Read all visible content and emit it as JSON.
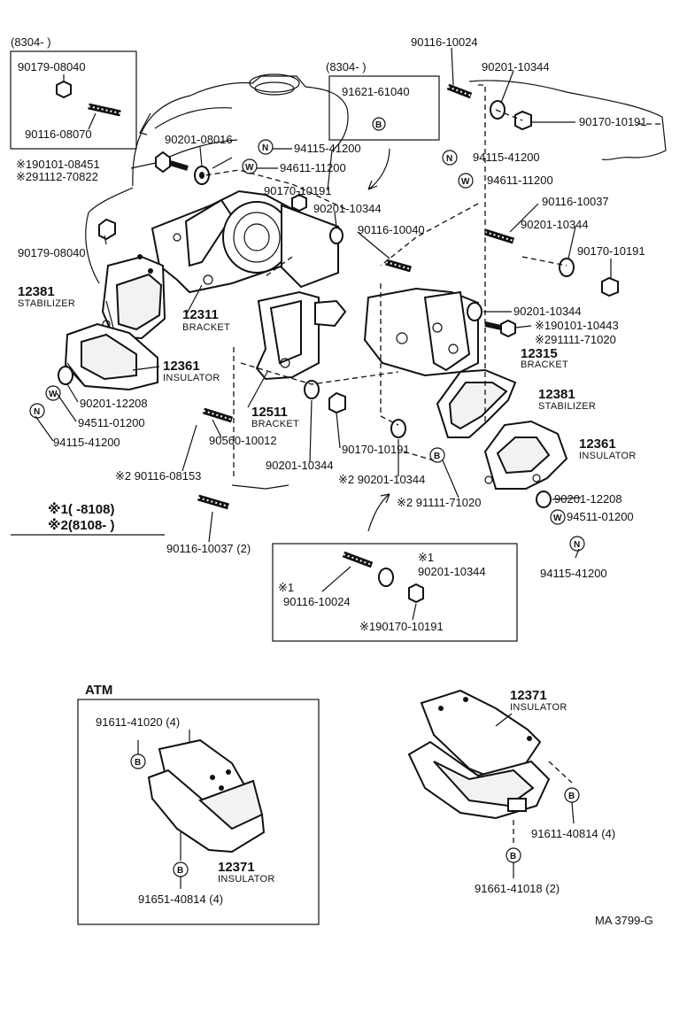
{
  "labels": {
    "box1_header": "(8304-      )",
    "box1_nut": "90179-08040",
    "box1_stud": "90116-08070",
    "box2_header": "(8304-      )",
    "box2_part": "91621-61040",
    "p90201_08016": "90201-08016",
    "p94115_41200_a": "94115-41200",
    "p94611_11200_a": "94611-11200",
    "p190101_08451": "※190101-08451",
    "p291112_70822": "※291112-70822",
    "p90179_08040": "90179-08040",
    "p90170_10191_a": "90170-10191",
    "p90201_10344_a": "90201-10344",
    "p90116_10040": "90116-10040",
    "p90116_10024_top": "90116-10024",
    "p90201_10344_top": "90201-10344",
    "p90170_10191_top": "90170-10191",
    "p94115_41200_b": "94115-41200",
    "p94611_11200_b": "94611-11200",
    "p90116_10037_a": "90116-10037",
    "p90201_10344_b": "90201-10344",
    "p90170_10191_b": "90170-10191",
    "p90201_10344_c": "90201-10344",
    "p190101_10443": "※190101-10443",
    "p291111_71020_a": "※291111-71020",
    "n12381_a": "12381",
    "n12381_a_sub": "STABILIZER",
    "n12311": "12311",
    "n12311_sub": "BRACKET",
    "n12361_a": "12361",
    "n12361_a_sub": "INSULATOR",
    "n12315": "12315",
    "n12315_sub": "BRACKET",
    "p90201_12208_a": "90201-12208",
    "p94511_01200_a": "94511-01200",
    "p94115_41200_c": "94115-41200",
    "n12511": "12511",
    "n12511_sub": "BRACKET",
    "n12381_b": "12381",
    "n12381_b_sub": "STABILIZER",
    "p90560_10012": "90560-10012",
    "p90170_10191_c": "90170-10191",
    "n12361_b": "12361",
    "n12361_b_sub": "INSULATOR",
    "p90201_10344_d": "90201-10344",
    "p90116_08153": "※2 90116-08153",
    "p90201_10344_e": "※2 90201-10344",
    "p91111_71020_b": "※2 91111-71020",
    "legend1": "※1(      -8108)",
    "legend2": "※2(8108-      )",
    "p90201_12208_b": "90201-12208",
    "p94511_01200_b": "94511-01200",
    "p94115_41200_d": "94115-41200",
    "p90116_10037_b": "90116-10037 (2)",
    "box3_stud_mark": "※1",
    "box3_stud": "90116-10024",
    "box3_washer_mark": "※1",
    "box3_washer": "90201-10344",
    "box3_nut": "※190170-10191",
    "atm_title": "ATM",
    "atm_p91611_41020": "91611-41020 (4)",
    "atm_n12371": "12371",
    "atm_n12371_sub": "INSULATOR",
    "atm_p91651_40814": "91651-40814 (4)",
    "r_n12371": "12371",
    "r_n12371_sub": "INSULATOR",
    "r_p91611_40814": "91611-40814 (4)",
    "r_p91661_41018": "91661-41018 (2)",
    "footer_code": "MA 3799-G",
    "mark_n": "N",
    "mark_w": "W",
    "mark_b": "B"
  }
}
